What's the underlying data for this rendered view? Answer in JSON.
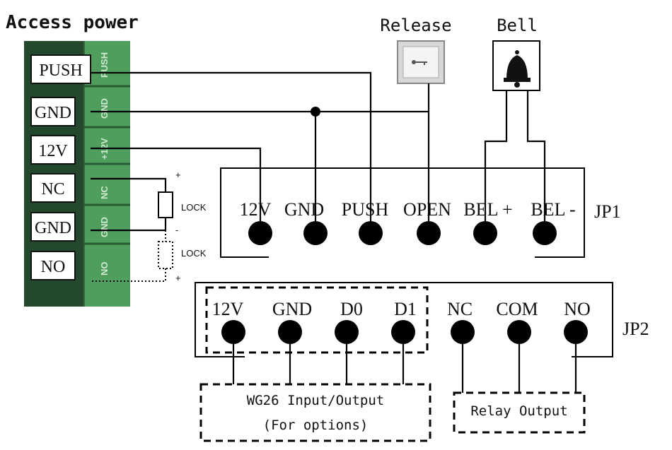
{
  "title": "Access power",
  "devices": {
    "release": "Release",
    "bell": "Bell"
  },
  "power_terminals": [
    "PUSH",
    "GND",
    "12V",
    "NC",
    "GND",
    "NO"
  ],
  "board_silkscreen": [
    "PUSH",
    "GND",
    "+12V",
    "NC",
    "GND",
    "NO"
  ],
  "lock": {
    "label1": "LOCK",
    "label2": "LOCK",
    "plus1": "+",
    "minus1": "-",
    "plus2": "+"
  },
  "jp1": {
    "name": "JP1",
    "pins": [
      "12V",
      "GND",
      "PUSH",
      "OPEN",
      "BEL +",
      "BEL -"
    ]
  },
  "jp2": {
    "name": "JP2",
    "pins": [
      "12V",
      "GND",
      "D0",
      "D1",
      "NC",
      "COM",
      "NO"
    ]
  },
  "groups": {
    "wg26_line1": "WG26 Input/Output",
    "wg26_line2": "(For options)",
    "relay": "Relay Output"
  },
  "colors": {
    "board_green": "#3f8a4c",
    "board_dark": "#1f3a25",
    "wire": "#000000"
  }
}
